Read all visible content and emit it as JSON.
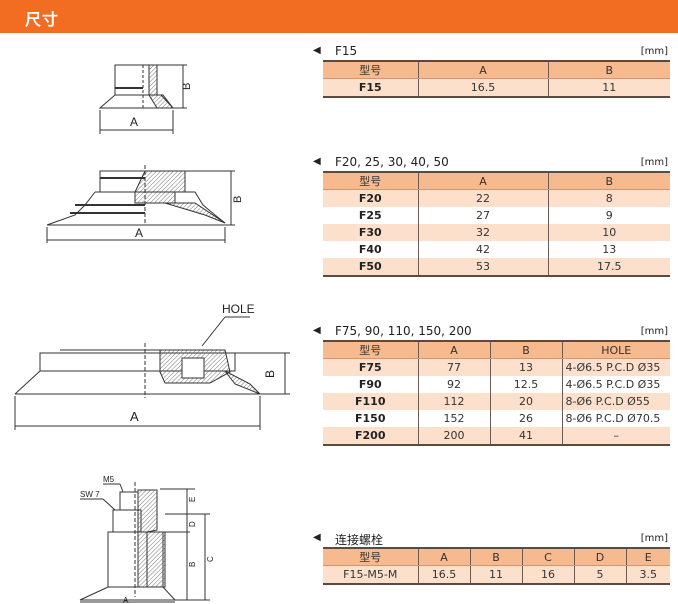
{
  "header": {
    "title": "尺寸",
    "bg_color": "#f26c22"
  },
  "colors": {
    "table_header_bg": "#f7b98e",
    "table_row_alt_bg": "#fde0cc"
  },
  "drawings": [
    {
      "id": "f15",
      "labels": {
        "a": "A",
        "b": "B"
      }
    },
    {
      "id": "f20-50",
      "labels": {
        "a": "A",
        "b": "B"
      }
    },
    {
      "id": "f75-200",
      "labels": {
        "a": "A",
        "b": "B",
        "hole": "HOLE"
      }
    },
    {
      "id": "bolt",
      "labels": {
        "a": "A",
        "b": "B",
        "c": "C",
        "d": "D",
        "e": "E",
        "m5": "M5",
        "sw7": "SW 7"
      }
    }
  ],
  "tables": [
    {
      "marker": "◀",
      "title": "F15",
      "unit": "[mm]",
      "columns": [
        "型号",
        "A",
        "B"
      ],
      "rows": [
        [
          "F15",
          "16.5",
          "11"
        ]
      ]
    },
    {
      "marker": "◀",
      "title": "F20, 25, 30, 40, 50",
      "unit": "[mm]",
      "columns": [
        "型号",
        "A",
        "B"
      ],
      "rows": [
        [
          "F20",
          "22",
          "8"
        ],
        [
          "F25",
          "27",
          "9"
        ],
        [
          "F30",
          "32",
          "10"
        ],
        [
          "F40",
          "42",
          "13"
        ],
        [
          "F50",
          "53",
          "17.5"
        ]
      ]
    },
    {
      "marker": "◀",
      "title": "F75, 90, 110, 150, 200",
      "unit": "[mm]",
      "columns": [
        "型号",
        "A",
        "B",
        "HOLE"
      ],
      "rows": [
        [
          "F75",
          "77",
          "13",
          "4-Ø6.5 P.C.D  Ø35"
        ],
        [
          "F90",
          "92",
          "12.5",
          "4-Ø6.5 P.C.D  Ø35"
        ],
        [
          "F110",
          "112",
          "20",
          "8-Ø6   P.C.D  Ø55"
        ],
        [
          "F150",
          "152",
          "26",
          "8-Ø6   P.C.D  Ø70.5"
        ],
        [
          "F200",
          "200",
          "41",
          "–"
        ]
      ]
    },
    {
      "marker": "◀",
      "title": "连接螺栓",
      "unit": "[mm]",
      "columns": [
        "型号",
        "A",
        "B",
        "C",
        "D",
        "E"
      ],
      "rows": [
        [
          "F15-M5-M",
          "16.5",
          "11",
          "16",
          "5",
          "3.5"
        ]
      ]
    }
  ]
}
